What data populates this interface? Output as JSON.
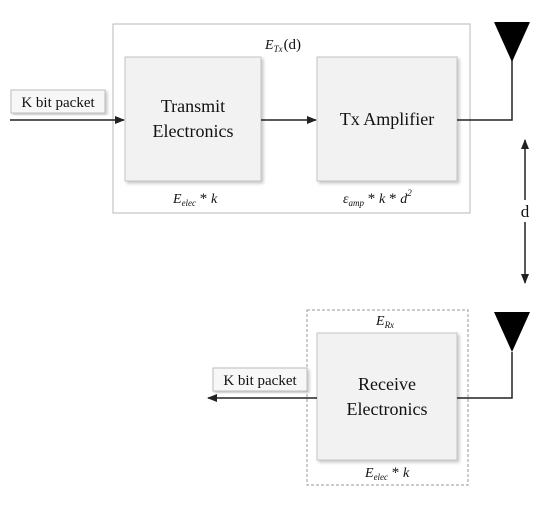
{
  "transmitter": {
    "energy_label": {
      "main": "E",
      "sub": "Tx",
      "arg": "(d)"
    },
    "input_packet_label": "K bit packet",
    "electronics": {
      "line1": "Transmit",
      "line2": "Electronics"
    },
    "electronics_energy": {
      "main": "E",
      "sub": "elec",
      "op": " * ",
      "var": "k"
    },
    "amplifier": {
      "label": "Tx Amplifier"
    },
    "amplifier_energy": {
      "main": "ε",
      "sub": "amp",
      "op1": " * ",
      "var1": "k",
      "op2": " * ",
      "var2": "d",
      "sup": "2"
    }
  },
  "distance": {
    "label": "d"
  },
  "receiver": {
    "energy_label": {
      "main": "E",
      "sub": "Rx"
    },
    "output_packet_label": "K bit packet",
    "electronics": {
      "line1": "Receive",
      "line2": "Electronics"
    },
    "electronics_energy": {
      "main": "E",
      "sub": "elec",
      "op": " * ",
      "var": "k"
    }
  },
  "colors": {
    "box_fill": "#f2f2f2",
    "box_stroke": "#c4c4c4",
    "container_stroke": "#b8b8b8",
    "line": "#222222",
    "antenna": "#000000"
  }
}
